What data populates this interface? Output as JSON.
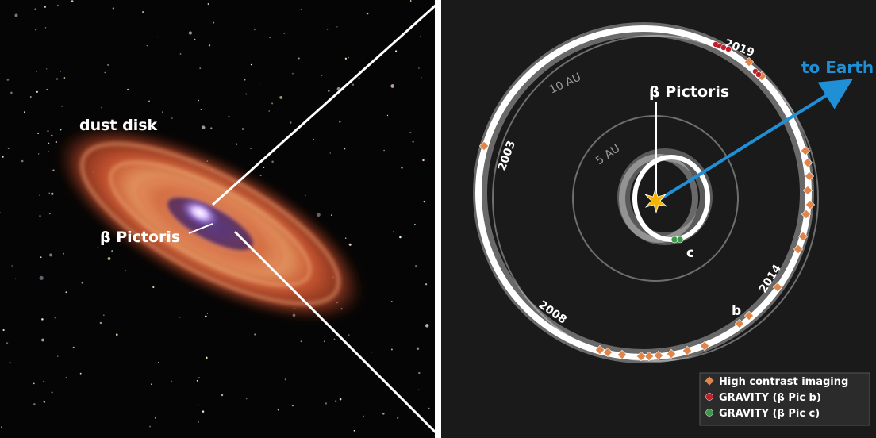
{
  "left_panel": {
    "dust_disk_label": "dust disk",
    "star_label": "β Pictoris"
  },
  "right_panel": {
    "star_label": "β Pictoris",
    "earth_label": "to Earth",
    "au_labels": {
      "inner": "5 AU",
      "outer": "10 AU"
    },
    "years": {
      "y2003": "2003",
      "y2008": "2008",
      "y2014": "2014",
      "y2019": "2019"
    },
    "planets": {
      "b": "b",
      "c": "c"
    },
    "legend": [
      {
        "label": "High contrast imaging",
        "marker": "diamond",
        "color": "#e0854a"
      },
      {
        "label": "GRAVITY (β Pic b)",
        "marker": "circle",
        "color": "#c0202a"
      },
      {
        "label": "GRAVITY (β Pic c)",
        "marker": "circle",
        "color": "#3a9a4a"
      }
    ]
  },
  "colors": {
    "background": "#000000",
    "right_panel_bg": "#1a1a1a",
    "separator": "#ffffff",
    "earth_arrow": "#1f8fd6",
    "star_burst": "#f4b400",
    "imaging_marker": "#e0854a",
    "gravity_b": "#c0202a",
    "gravity_c": "#3a9a4a"
  }
}
